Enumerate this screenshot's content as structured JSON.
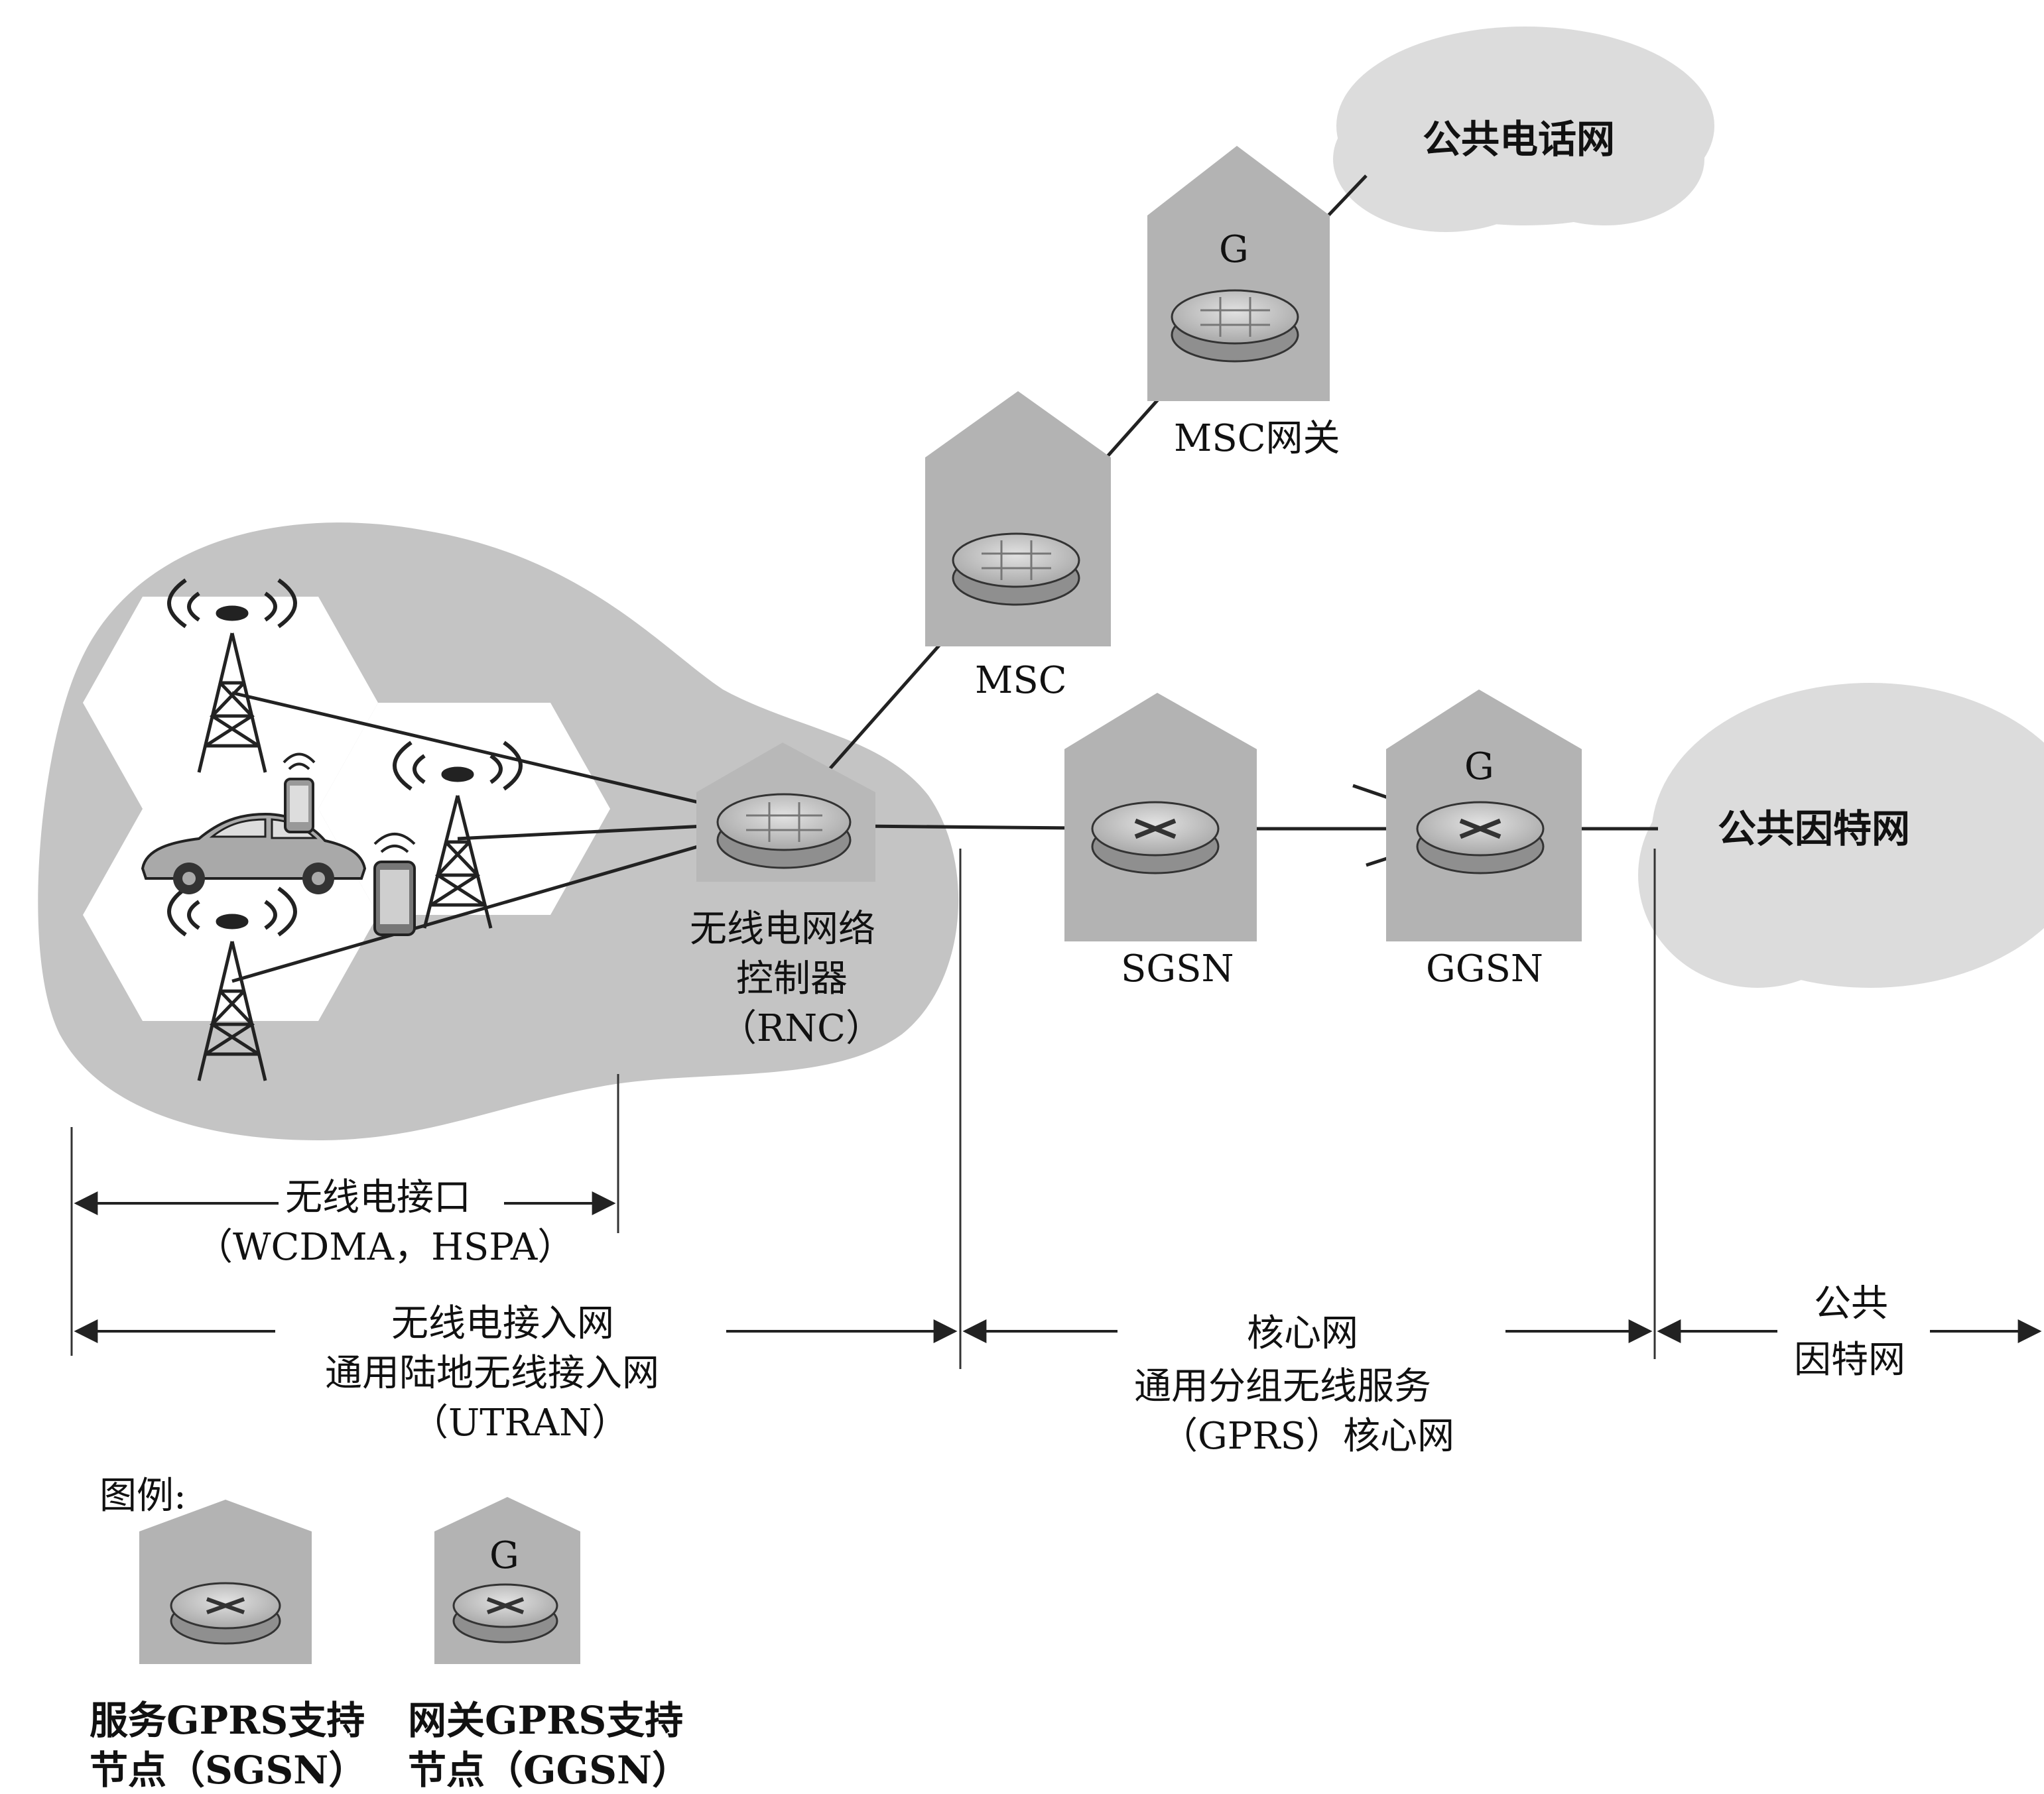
{
  "nodes": {
    "pstn": "公共电话网",
    "msc_gateway": "MSC网关",
    "msc": "MSC",
    "gateway_mark": "G",
    "rnc_line1": "无线电网络",
    "rnc_line2": "控制器",
    "rnc_line3": "（RNC）",
    "sgsn": "SGSN",
    "ggsn": "GGSN",
    "internet": "公共因特网"
  },
  "spans": {
    "air_interface_line1": "无线电接口",
    "air_interface_line2": "（WCDMA，HSPA）",
    "ran_line1": "无线电接入网",
    "ran_line2": "通用陆地无线接入网",
    "ran_line3": "（UTRAN）",
    "core_line1": "核心网",
    "core_line2": "通用分组无线服务",
    "core_line3": "（GPRS）核心网",
    "internet_line1": "公共",
    "internet_line2": "因特网"
  },
  "legend": {
    "title": "图例:",
    "sgsn_line1": "服务GPRS支持",
    "sgsn_line2": "节点（SGSN）",
    "ggsn_mark": "G",
    "ggsn_line1": "网关GPRS支持",
    "ggsn_line2": "节点（GGSN）"
  },
  "colors": {
    "building": "#b3b3b3",
    "cloud": "#d9d9d9",
    "ran_region": "#c4c4c4",
    "cell": "#ffffff",
    "router": "#c9c9c9",
    "line": "#222222"
  }
}
